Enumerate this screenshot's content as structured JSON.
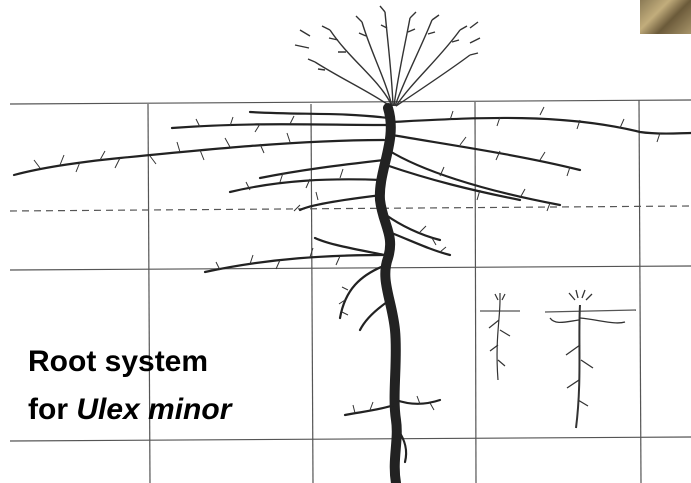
{
  "caption": {
    "line1": "Root system",
    "line2_prefix": "for ",
    "line2_species": "Ulex minor"
  },
  "colors": {
    "ink": "#222222",
    "grid": "#555555",
    "background": "#ffffff"
  },
  "icons": [
    "root-illustration",
    "photo-thumbnail"
  ]
}
